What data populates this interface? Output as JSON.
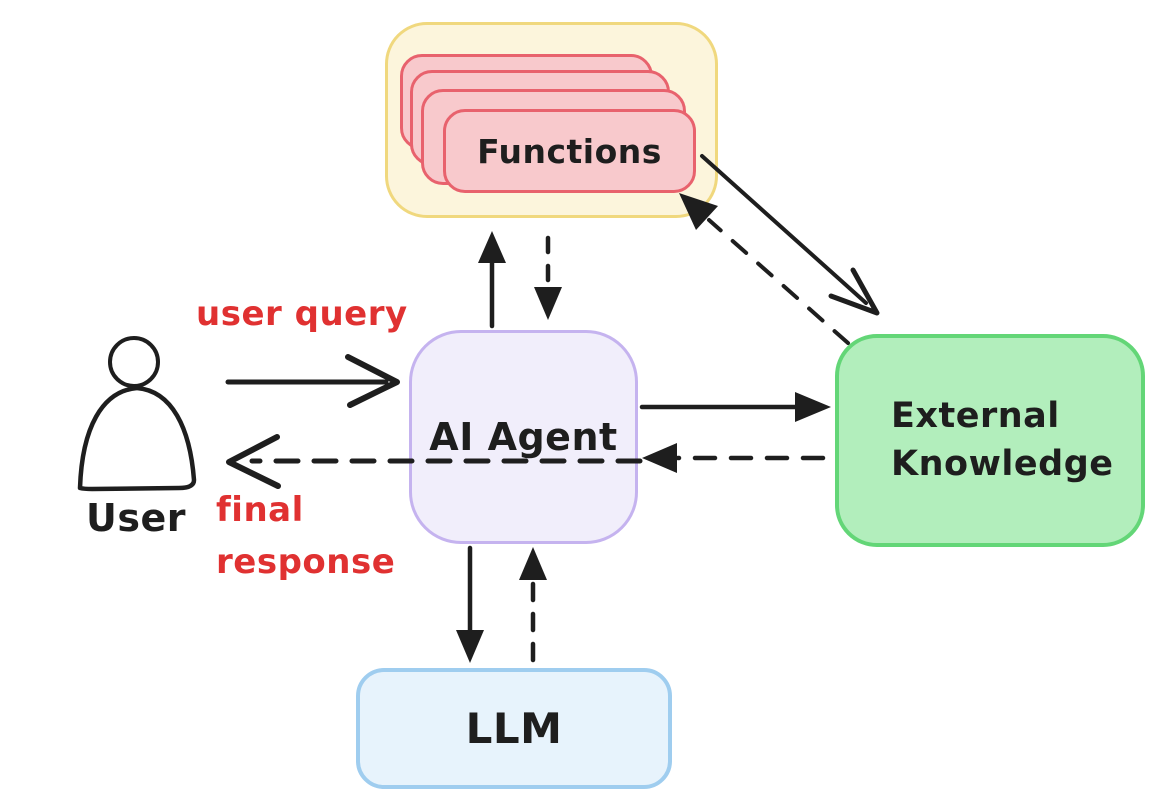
{
  "diagram": {
    "nodes": {
      "user": {
        "label": "User",
        "type": "actor"
      },
      "agent": {
        "label": "AI Agent",
        "fill": "#F1EEFB",
        "border": "#C5B3EF"
      },
      "functions": {
        "label": "Functions",
        "stacked_cards": 4,
        "container_fill": "#FCF5DC",
        "container_border": "#F0D87E",
        "card_fill": "#F8C9CC",
        "card_border": "#E8626D"
      },
      "knowledge": {
        "label_line1": "External",
        "label_line2": "Knowledge",
        "fill": "#B2EEBC",
        "border": "#63D677"
      },
      "llm": {
        "label": "LLM",
        "fill": "#E7F3FC",
        "border": "#9FCDEF"
      }
    },
    "edge_labels": {
      "user_query": "user query",
      "final_line1": "final",
      "final_line2": "response",
      "label_color": "#E03131"
    },
    "edges": [
      {
        "from": "user",
        "to": "agent",
        "style": "solid",
        "label": "user query"
      },
      {
        "from": "agent",
        "to": "user",
        "style": "dashed",
        "label": "final response"
      },
      {
        "from": "agent",
        "to": "functions",
        "style": "solid",
        "label": ""
      },
      {
        "from": "functions",
        "to": "agent",
        "style": "dashed",
        "label": ""
      },
      {
        "from": "agent",
        "to": "knowledge",
        "style": "solid",
        "label": ""
      },
      {
        "from": "knowledge",
        "to": "agent",
        "style": "dashed",
        "label": ""
      },
      {
        "from": "agent",
        "to": "llm",
        "style": "solid",
        "label": ""
      },
      {
        "from": "llm",
        "to": "agent",
        "style": "dashed",
        "label": ""
      },
      {
        "from": "functions",
        "to": "knowledge",
        "style": "solid",
        "label": ""
      },
      {
        "from": "knowledge",
        "to": "functions",
        "style": "dashed",
        "label": ""
      }
    ],
    "ink_color": "#1e1e1e"
  }
}
